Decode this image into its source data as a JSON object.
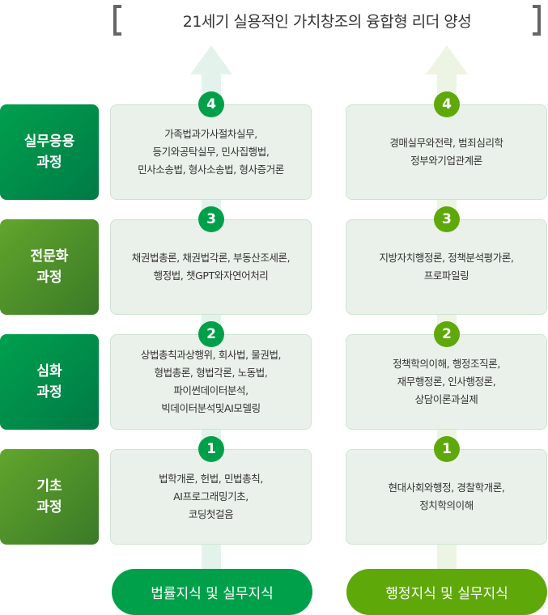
{
  "title": "21세기 실용적인 가치창조의 융합형 리더 양성",
  "colors": {
    "law": "#00a04a",
    "admin": "#5fa80a"
  },
  "levels": [
    {
      "label": "실무응용\n과정",
      "num": "4",
      "law": "가족법과가사절차실무,\n등기와공탁실무, 민사집행법,\n민사소송법, 형사소송법, 형사증거론",
      "admin": "경매실무와전략, 범죄심리학\n정부와기업관계론"
    },
    {
      "label": "전문화\n과정",
      "num": "3",
      "law": "채권법총론, 채권법각론, 부동산조세론,\n행정법, 챗GPT와자연어처리",
      "admin": "지방자치행정론, 정책분석평가론,\n프로파일링"
    },
    {
      "label": "심화\n과정",
      "num": "2",
      "law": "상법총칙과상행위, 회사법, 물권법,\n형법총론, 형법각론, 노동법,\n파이썬데이터분석,\n빅데이터분석및AI모델링",
      "admin": "정책학의이해, 행정조직론,\n재무행정론, 인사행정론,\n상담이론과실제"
    },
    {
      "label": "기초\n과정",
      "num": "1",
      "law": "법학개론, 헌법, 민법총칙,\nAI프로그래밍기초,\n코딩첫걸음",
      "admin": "현대사회와행정, 경찰학개론,\n정치학의이해"
    }
  ],
  "tracks": {
    "law": "법률지식 및 실무지식",
    "admin": "행정지식 및 실무지식"
  }
}
